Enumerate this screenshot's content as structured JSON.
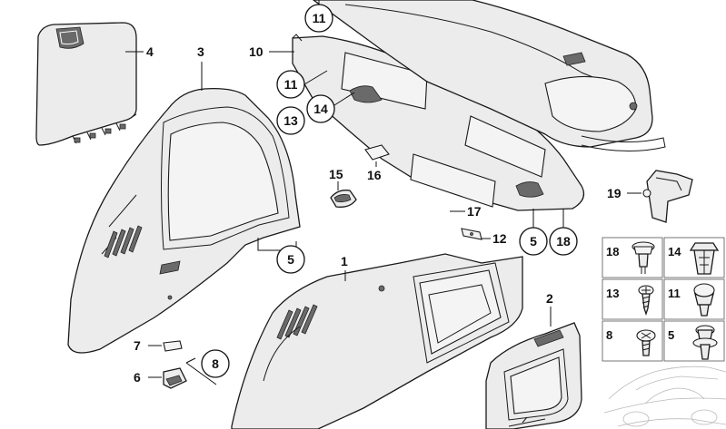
{
  "callouts": {
    "c1": "1",
    "c2": "2",
    "c3": "3",
    "c4": "4",
    "c5a": "5",
    "c5b": "5",
    "c6": "6",
    "c7": "7",
    "c8": "8",
    "c10": "10",
    "c11a": "11",
    "c11b": "11",
    "c12": "12",
    "c13": "13",
    "c14": "14",
    "c15": "15",
    "c16": "16",
    "c17": "17",
    "c18": "18",
    "c19": "19"
  },
  "fastener_grid": {
    "cells": [
      "18",
      "14",
      "13",
      "11",
      "8",
      "5"
    ]
  }
}
